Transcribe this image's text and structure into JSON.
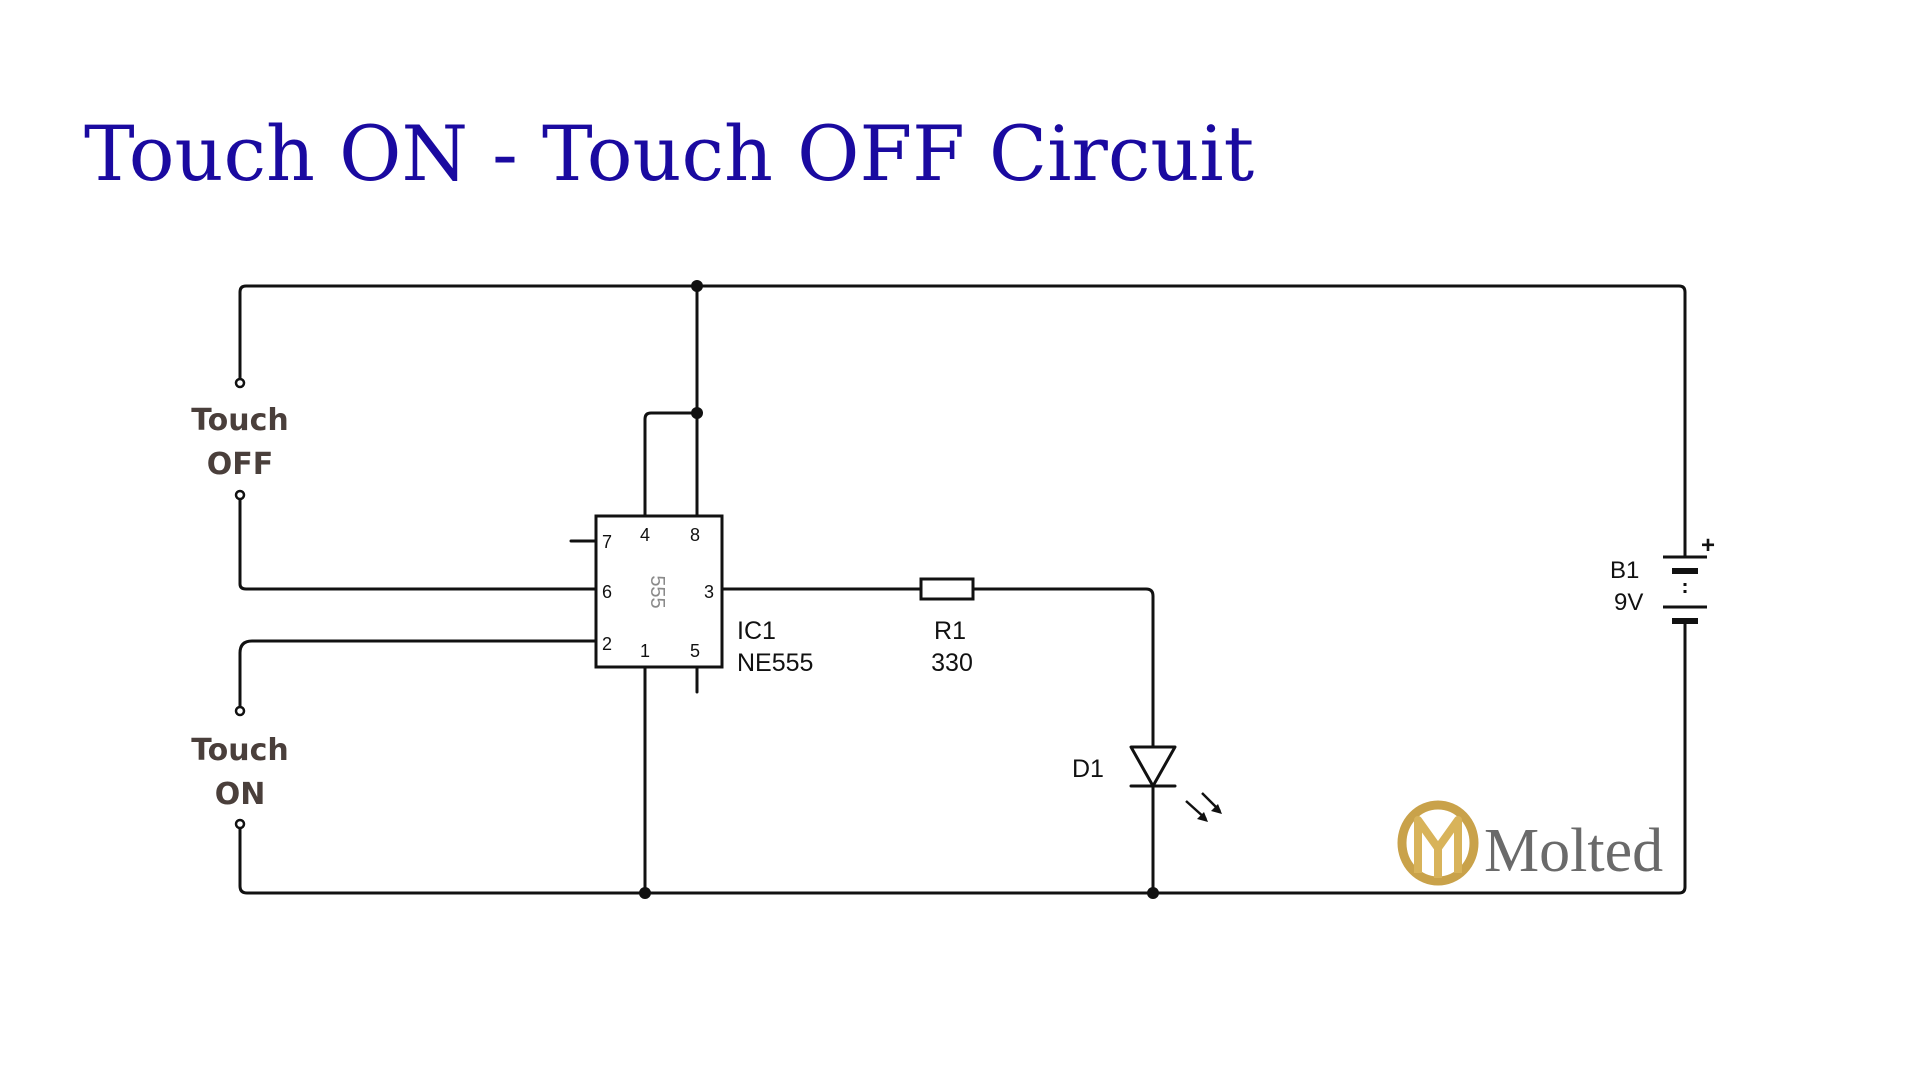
{
  "title": "Touch ON - Touch OFF Circuit",
  "touch_off": {
    "line1": "Touch",
    "line2": "OFF"
  },
  "touch_on": {
    "line1": "Touch",
    "line2": "ON"
  },
  "ic": {
    "chip_text": "555",
    "ref": "IC1",
    "part": "NE555",
    "pins": {
      "p7": "7",
      "p4": "4",
      "p8": "8",
      "p6": "6",
      "p3": "3",
      "p2": "2",
      "p1": "1",
      "p5": "5"
    }
  },
  "resistor": {
    "ref": "R1",
    "value": "330"
  },
  "led": {
    "ref": "D1"
  },
  "battery": {
    "ref": "B1",
    "value": "9V",
    "polarity": "+"
  },
  "watermark": {
    "text": "Molted",
    "logo_color": "#c9a24a",
    "text_color": "#6a6a6a"
  },
  "colors": {
    "title": "#1a0aa0",
    "wire": "#111111",
    "touch_label": "#4a3f3b"
  }
}
